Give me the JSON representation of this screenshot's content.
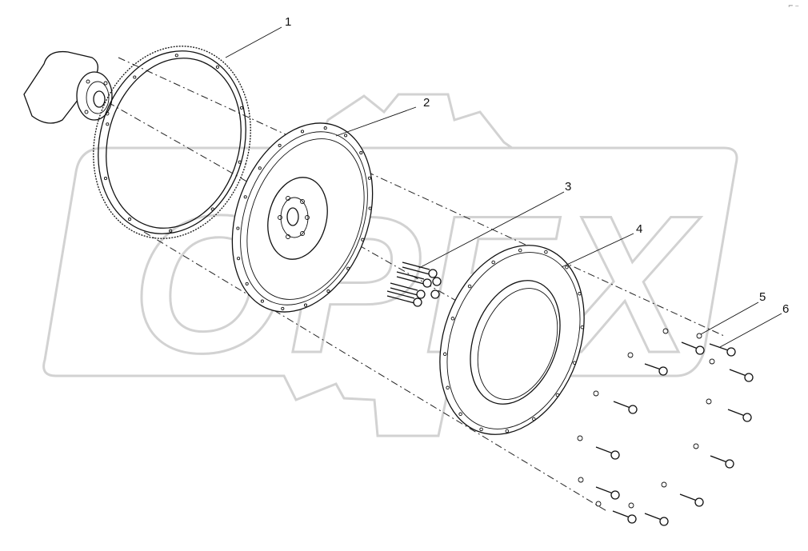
{
  "diagram": {
    "watermark": "OPEX",
    "corner_mark": "⌐ ⎯",
    "callouts": [
      {
        "id": "1",
        "label": "1"
      },
      {
        "id": "2",
        "label": "2"
      },
      {
        "id": "3",
        "label": "3"
      },
      {
        "id": "4",
        "label": "4"
      },
      {
        "id": "5",
        "label": "5"
      },
      {
        "id": "6",
        "label": "6"
      }
    ]
  }
}
